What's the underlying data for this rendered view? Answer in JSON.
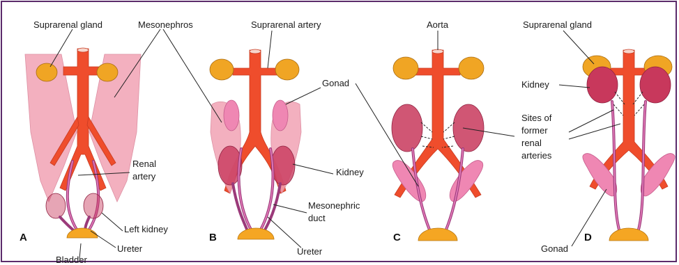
{
  "panels": {
    "a": "A",
    "b": "B",
    "c": "C",
    "d": "D"
  },
  "labels": {
    "suprarenal_gland_a": "Suprarenal gland",
    "mesonephros": "Mesonephros",
    "suprarenal_artery": "Suprarenal artery",
    "aorta": "Aorta",
    "suprarenal_gland_d": "Suprarenal gland",
    "gonad_b": "Gonad",
    "kidney_b": "Kidney",
    "kidney_d": "Kidney",
    "renal_artery_1": "Renal",
    "renal_artery_2": "artery",
    "left_kidney": "Left kidney",
    "ureter_a": "Ureter",
    "bladder": "Bladder",
    "mesonephric_duct_1": "Mesonephric",
    "mesonephric_duct_2": "duct",
    "ureter_b": "Ureter",
    "sites_1": "Sites of",
    "sites_2": "former",
    "sites_3": "renal",
    "sites_4": "arteries",
    "gonad_d": "Gonad"
  }
}
